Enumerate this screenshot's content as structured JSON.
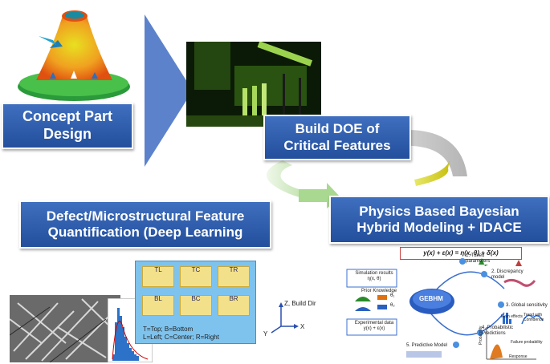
{
  "boxes": {
    "concept_line1": "Concept Part",
    "concept_line2": "Design",
    "doe_line1": "Build DOE of",
    "doe_line2": "Critical Features",
    "defect_line1": "Defect/Microstructural Feature",
    "defect_line2": "Quantification (Deep Learning",
    "physics_line1": "Physics Based Bayesian",
    "physics_line2": "Hybrid Modeling + IDACE"
  },
  "grid": {
    "cells": [
      "TL",
      "TC",
      "TR",
      "BL",
      "BC",
      "BR"
    ],
    "legend_line1": "T=Top; B=Bottom",
    "legend_line2": "L=Left; C=Center; R=Right"
  },
  "axes": {
    "z_label": "Z, Build Dir",
    "x_label": "X",
    "y_label": "Y"
  },
  "gebhm": {
    "equation": "y(x) + ε(x) = η(x, θ) + δ(x)",
    "center": "GEBHM",
    "sim_title": "Simulation results",
    "sim_formula": "η(x, θ)",
    "prior": "Prior Knowledge",
    "theta1": "θ₁",
    "theta2": "θ₂",
    "exp_title": "Experimental data",
    "exp_formula": "y(x) + ε(x)",
    "step1": "1. Tuned parameters",
    "step2": "2. Discrepancy model",
    "step3": "3. Global sensitivity",
    "step4": "4. Probabilistic Predictions",
    "step5": "5. Predictive Model",
    "main_effects": "Main effects",
    "trend": "Trend with Confidence",
    "failure": "Failure probability",
    "response": "Response",
    "probability": "Probability"
  },
  "colors": {
    "box_blue": "#2c5aa8",
    "arrow_blue": "#5d82cc",
    "arrow_green": "#b9dfa6",
    "arrow_yellow": "#d6d11c",
    "grid_bg": "#7ec3ee"
  }
}
